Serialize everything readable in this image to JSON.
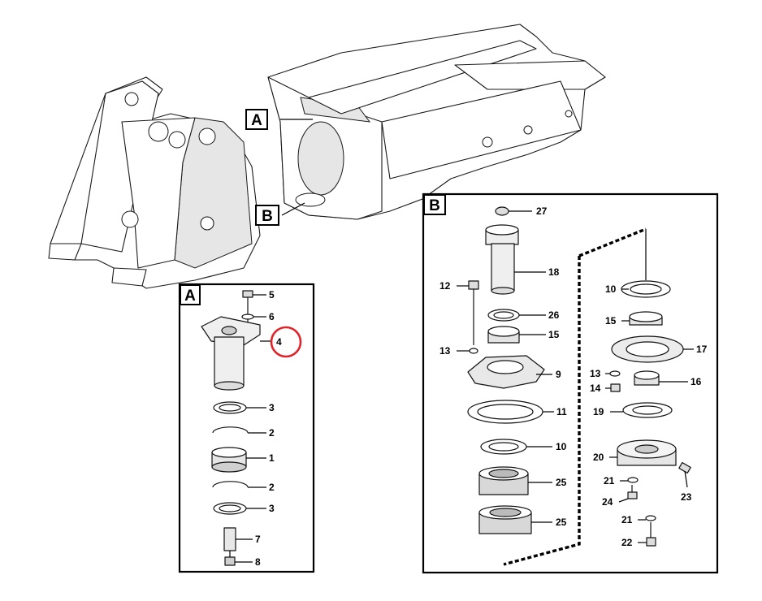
{
  "figure": {
    "view_labels": {
      "A": "A",
      "B": "B"
    },
    "highlight_color": "#e0242b",
    "highlighted_part": "4"
  },
  "detail_a": {
    "label": "A",
    "parts": [
      "5",
      "6",
      "4",
      "3",
      "2",
      "1",
      "2",
      "3",
      "7",
      "8"
    ]
  },
  "detail_b": {
    "label": "B",
    "parts": [
      "27",
      "18",
      "12",
      "26",
      "15",
      "13",
      "9",
      "11",
      "10",
      "25",
      "25",
      "10",
      "15",
      "17",
      "13",
      "14",
      "16",
      "19",
      "20",
      "21",
      "23",
      "24",
      "21",
      "22"
    ]
  }
}
